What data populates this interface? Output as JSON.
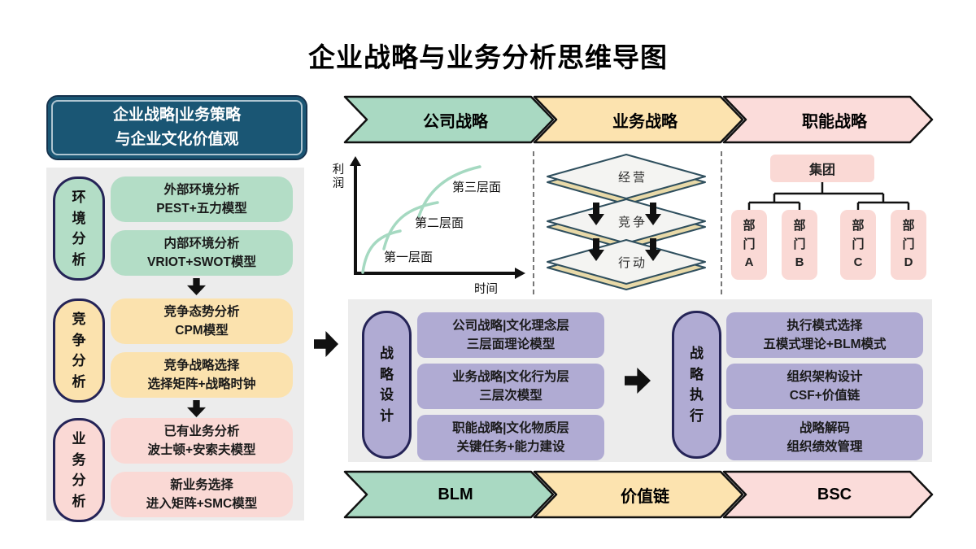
{
  "title": "企业战略与业务分析思维导图",
  "colors": {
    "teal_header_bg": "#1a5674",
    "navy_border": "#252457",
    "panel_gray": "#ececec",
    "green": "#b3ddc6",
    "yellow": "#fbe2ae",
    "pink": "#fad9d5",
    "purple": "#b0abd3",
    "curve_green": "#a5d9c1",
    "layer_face": "#f4f4f2",
    "layer_edge": "#e8d9a8",
    "arrow_black": "#111111"
  },
  "left_panel": {
    "header_line1": "企业战略|业务策略",
    "header_line2": "与企业文化价值观",
    "sections": [
      {
        "label": "环境分析",
        "items": [
          {
            "line1": "外部环境分析",
            "line2": "PEST+五力模型"
          },
          {
            "line1": "内部环境分析",
            "line2": "VRIOT+SWOT模型"
          }
        ]
      },
      {
        "label": "竞争分析",
        "items": [
          {
            "line1": "竞争态势分析",
            "line2": "CPM模型"
          },
          {
            "line1": "竞争战略选择",
            "line2": "选择矩阵+战略时钟"
          }
        ]
      },
      {
        "label": "业务分析",
        "items": [
          {
            "line1": "已有业务分析",
            "line2": "波士顿+安索夫模型"
          },
          {
            "line1": "新业务选择",
            "line2": "进入矩阵+SMC模型"
          }
        ]
      }
    ]
  },
  "top_banners": [
    {
      "label": "公司战略"
    },
    {
      "label": "业务战略"
    },
    {
      "label": "职能战略"
    }
  ],
  "chart": {
    "ylabel": "利润",
    "xlabel": "时间",
    "curve_labels": [
      "第一层面",
      "第二层面",
      "第三层面"
    ]
  },
  "layers": {
    "items": [
      "经营",
      "竞争",
      "行动"
    ]
  },
  "org": {
    "root": "集团",
    "departments": [
      "部门A",
      "部门B",
      "部门C",
      "部门D"
    ]
  },
  "design": {
    "label": "战略设计",
    "items": [
      {
        "line1": "公司战略|文化理念层",
        "line2": "三层面理论模型"
      },
      {
        "line1": "业务战略|文化行为层",
        "line2": "三层次模型"
      },
      {
        "line1": "职能战略|文化物质层",
        "line2": "关键任务+能力建设"
      }
    ]
  },
  "execution": {
    "label": "战略执行",
    "items": [
      {
        "line1": "执行模式选择",
        "line2": "五模式理论+BLM模式"
      },
      {
        "line1": "组织架构设计",
        "line2": "CSF+价值链"
      },
      {
        "line1": "战略解码",
        "line2": "组织绩效管理"
      }
    ]
  },
  "bottom_banners": [
    {
      "label": "BLM"
    },
    {
      "label": "价值链"
    },
    {
      "label": "BSC"
    }
  ]
}
